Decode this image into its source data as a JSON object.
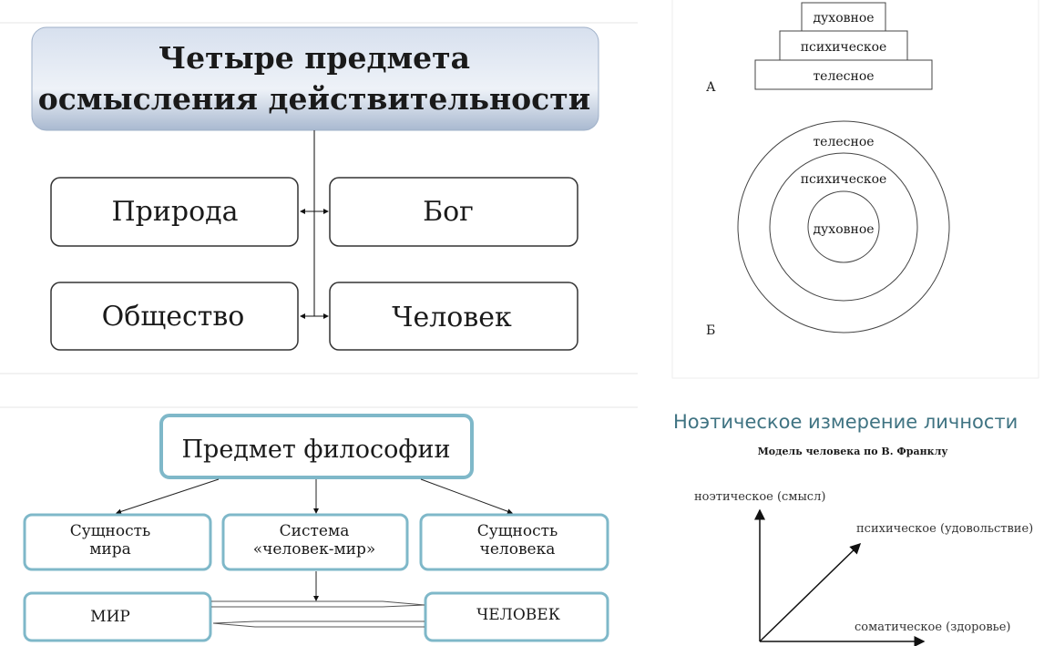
{
  "panel_four_subjects": {
    "title_line1": "Четыре предмета",
    "title_line2": "осмысления действительности",
    "items": [
      "Природа",
      "Бог",
      "Общество",
      "Человек"
    ]
  },
  "panel_philosophy": {
    "title": "Предмет философии",
    "row1": [
      {
        "line1": "Сущность",
        "line2": "мира"
      },
      {
        "line1": "Система",
        "line2": "«человек-мир»"
      },
      {
        "line1": "Сущность",
        "line2": "человека"
      }
    ],
    "row2": [
      "МИР",
      "ЧЕЛОВЕК"
    ]
  },
  "panel_levels": {
    "stack": [
      "духовное",
      "психическое",
      "телесное"
    ],
    "label_a": "А",
    "circles": [
      "телесное",
      "психическое",
      "духовное"
    ],
    "label_b": "Б"
  },
  "panel_frankl": {
    "heading": "Ноэтическое измерение личности",
    "subtitle": "Модель человека по В. Франклу",
    "axis_vertical": "ноэтическое (смысл)",
    "axis_diagonal": "психическое (удовольствие)",
    "axis_horizontal": "соматическое (здоровье)"
  },
  "colors": {
    "teal_border": "#7fb8c9",
    "heading_teal": "#3f7382"
  }
}
